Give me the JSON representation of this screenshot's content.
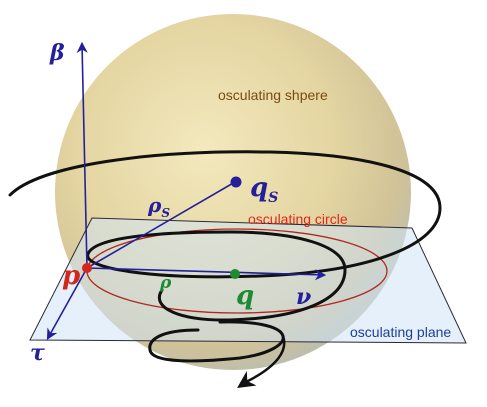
{
  "figure": {
    "labels": {
      "sphere": "osculating shpere",
      "circle": "osculating circle",
      "plane": "osculating plane",
      "beta": "β",
      "tau": "τ",
      "nu": "ν",
      "p": "p",
      "q": "q",
      "qs": "q",
      "qs_sub": "S",
      "rho": "ρ",
      "rho_s": "ρ",
      "rho_s_sub": "S"
    },
    "colors": {
      "sphere_label": "#7a4a12",
      "circle_label": "#e0281c",
      "circle_stroke": "#b1271e",
      "plane_label": "#1d3f9a",
      "plane_fill": "#cfe3f6",
      "vector": "#24209a",
      "point_p": "#d0281c",
      "point_q": "#1e8a32",
      "rho_label": "#1e8a32",
      "curve": "#111111"
    }
  }
}
